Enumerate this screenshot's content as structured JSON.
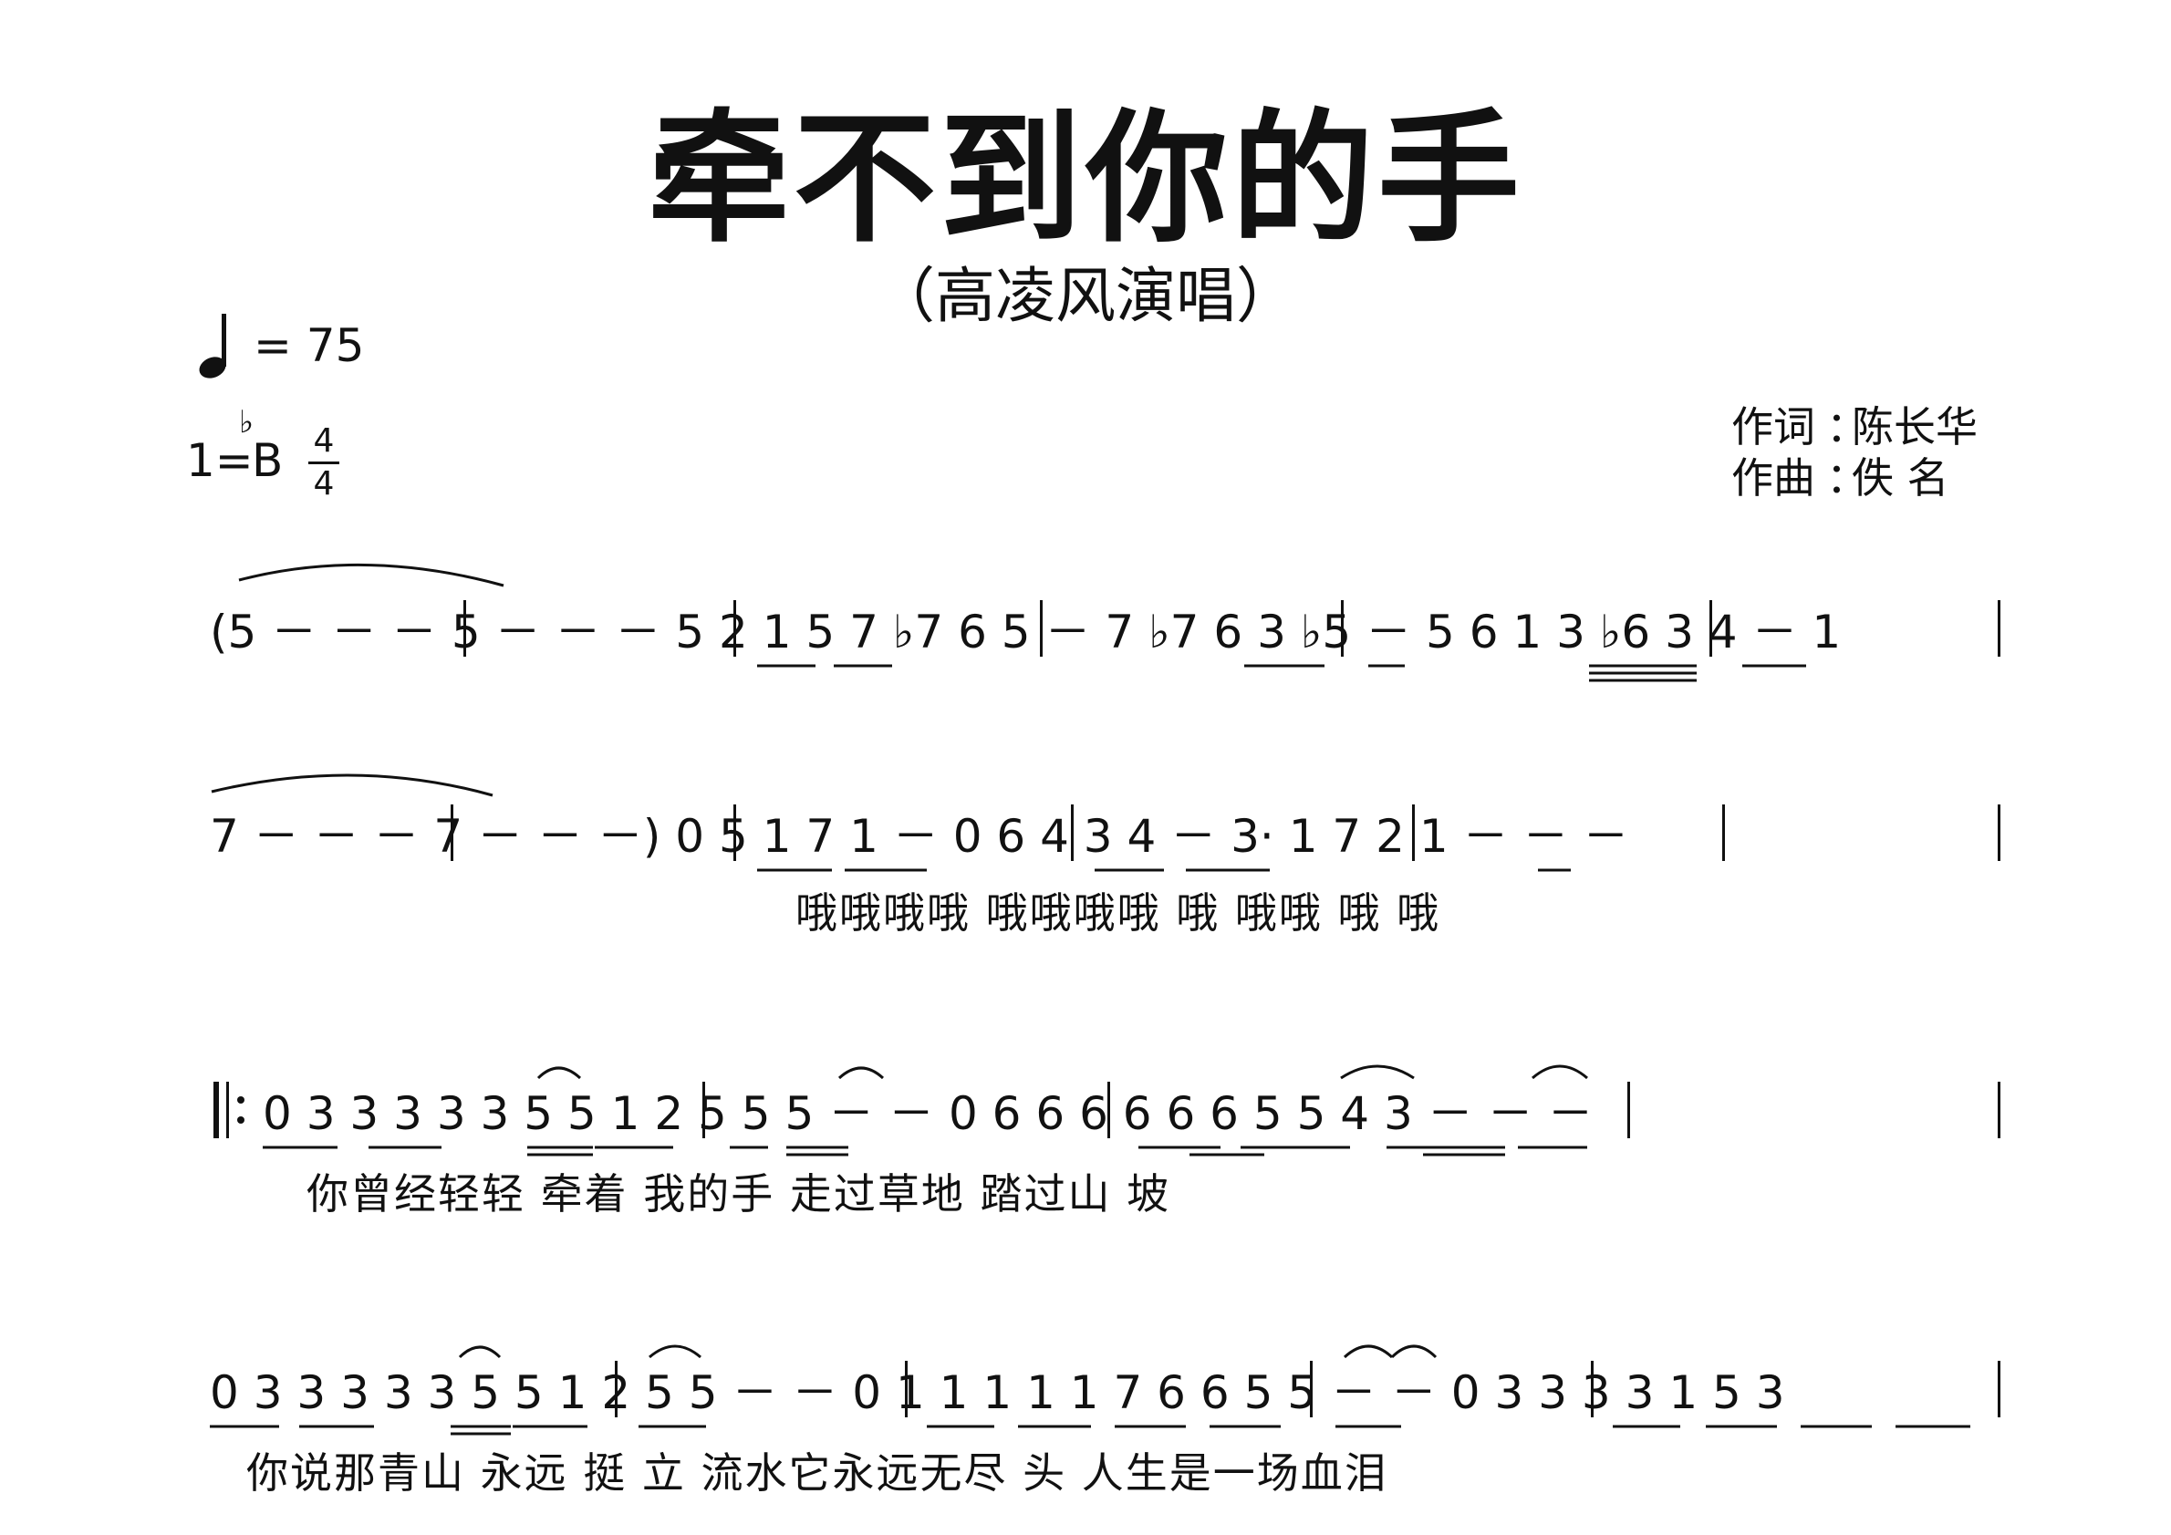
{
  "title": "牵不到你的手",
  "subtitle": "（高凌风演唱）",
  "tempo": "=  75",
  "key": {
    "prefix": "1=",
    "flat": "♭",
    "note": "B"
  },
  "time_signature": {
    "top": "4",
    "bottom": "4"
  },
  "credits": [
    {
      "label": "作词",
      "colon": "：",
      "name": "陈长华"
    },
    {
      "label": "作曲",
      "colon": "：",
      "name": "佚    名"
    }
  ],
  "systems": [
    {
      "notes": "(5  －  －  －   5  －  －  －    5 2 1 5 7  ♭7   6  5  －  7 ♭7    6 3 ♭5  －  5 6 1 3   ♭6 3 4  －  1",
      "lyrics": ""
    },
    {
      "notes": "7  －  －  －   7  －  －  －)   0 5 1 7 1  －   0 6 4 3 4  －   3·  1 7  2   1  －  －  －",
      "lyrics": "哦哦哦哦       哦哦哦哦       哦   哦哦  哦   哦"
    },
    {
      "notes": "0 3  3 3  3  3 5 5 1   2 5 5 5  －  －   0 6 6 6 6 6 6 5 5 4   3  －  －  －",
      "lyrics": "你曾经轻轻 牵着  我的手           走过草地   踏过山      坡"
    },
    {
      "notes": "0 3  3 3  3  3 5 5 1   2 5 5  －  －   0 1  1 1  1 1  7 6   6 5 5  －  －   0 3  3 3  3 1  5 3",
      "lyrics": "你说那青山 永远  挺   立      流水它永远无尽  头        人生是一场血泪"
    }
  ]
}
